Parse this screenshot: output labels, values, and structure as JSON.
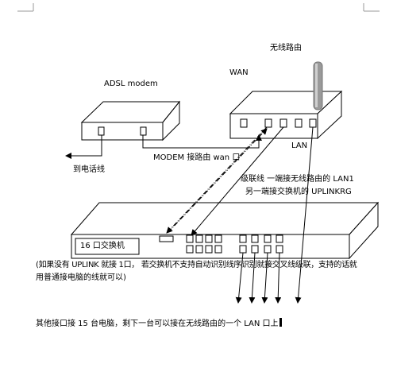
{
  "labels": {
    "adsl_modem": "ADSL modem",
    "wan": "WAN",
    "wireless_router": "无线路由",
    "lan": "LAN",
    "to_phone_line": "到电话线",
    "modem_to_wan": "MODEM 接路由 wan 口",
    "cascade_line_1": "级联线  一端接无线路由的 LAN1",
    "cascade_line_2": "另一端接交换机的 UPLINKRG",
    "switch_name": "16 口交换机"
  },
  "notes": {
    "uplink_note_1": "(如果没有 UPLINK 就接 1口，  若交换机不支持自动识别线序识别就接交叉线级联，支持的话就",
    "uplink_note_2": "用普通接电脑的线就可以)",
    "bottom_note": "其他接口接 15 台电脑，剩下一台可以接在无线路由的一个 LAN 口上"
  },
  "colors": {
    "line": "#000000",
    "antenna": "#9a9a9a",
    "page_mark": "#999999"
  }
}
